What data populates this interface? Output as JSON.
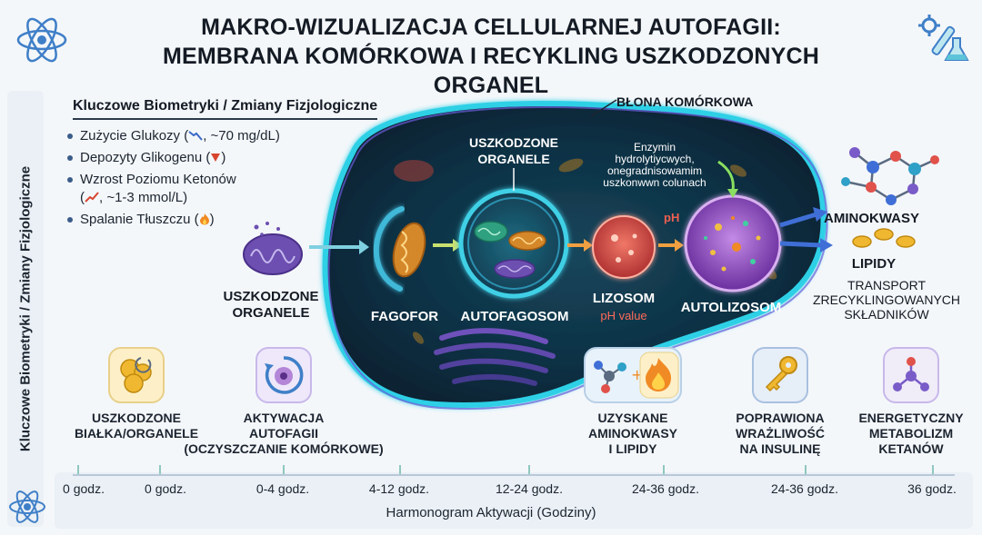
{
  "title": {
    "line1": "MAKRO-WIZUALIZACJA CELLULARNEJ AUTOFAGII:",
    "line2": "MEMBRANA KOMÓRKOWA I RECYKLING USZKODZONYCH ORGANEL"
  },
  "side_label": "Kluczowe Biometryki / Zmiany Fizjologiczne",
  "biometrics": {
    "title": "Kluczowe Biometryki / Zmiany Fizjologiczne",
    "items": [
      {
        "text": "Zużycie Glukozy (",
        "icon": "chart-down-icon",
        "value": ", ~70 mg/dL)"
      },
      {
        "text": "Depozyty Glikogenu (",
        "icon": "triangle-down-icon",
        "value": ")"
      },
      {
        "text": "Wzrost Poziomu Ketonów",
        "icon": "chart-up-icon",
        "value": "(",
        "value2": ", ~1-3 mmol/L)"
      },
      {
        "text": "Spalanie Tłuszczu (",
        "icon": "fire-icon",
        "value": ")"
      }
    ]
  },
  "cell": {
    "membrane_label": "BŁONA KOMÓRKOWA",
    "damaged_inside": "USZKODZONE\nORGANELE",
    "enzyme_note": "Enzymin\nhydrolytiycwych,\nonegradnisowamim\nuszkonwwn colunach",
    "ph_label": "pH",
    "stages": {
      "damaged": "USZKODZONE\nORGANELE",
      "phagophore": "FAGOFOR",
      "autophagosome": "AUTOFAGOSOM",
      "lysosome": "LIZOSOM",
      "lysosome_sub": "pH value",
      "autolysosome": "AUTOLIZOSOM"
    },
    "outputs": {
      "amino": "AMINOKWASY",
      "lipids": "LIPIDY",
      "transport": "TRANSPORT\nZRECYKLINGOWANYCH\nSKŁADNIKÓW"
    }
  },
  "bottom_items": [
    {
      "label": "USZKODZONE\nBIAŁKA/ORGANELE",
      "icon": "protein-cluster-icon"
    },
    {
      "label": "AKTYWACJA\nAUTOFAGII\n(OCZYSZCZANIE KOMÓRKOWE)",
      "icon": "cycle-cell-icon"
    },
    {
      "label": "UZYSKANE\nAMINOKWASY\nI LIPIDY",
      "icon": "molecule-fire-icon"
    },
    {
      "label": "POPRAWIONA\nWRAŻLIWOŚĆ\nNA INSULINĘ",
      "icon": "key-icon"
    },
    {
      "label": "ENERGETYCZNY\nMETABOLIZM\nKETANÓW",
      "icon": "ketone-molecule-icon"
    }
  ],
  "timeline": {
    "title": "Harmonogram Aktywacji (Godziny)",
    "ticks": [
      "0 godz.",
      "0 godz.",
      "0-4 godz.",
      "4-12 godz.",
      "12-24 godz.",
      "24-36 godz.",
      "24-36 godz.",
      "36 godz."
    ]
  },
  "colors": {
    "membrane": "#2fd0e6",
    "cell_bg": "#0b2a3c",
    "lysosome": "#e0524a",
    "autolysosome": "#9b5cc8",
    "mitochondria": "#6c4fb0",
    "accent_blue": "#3f6fd6"
  }
}
